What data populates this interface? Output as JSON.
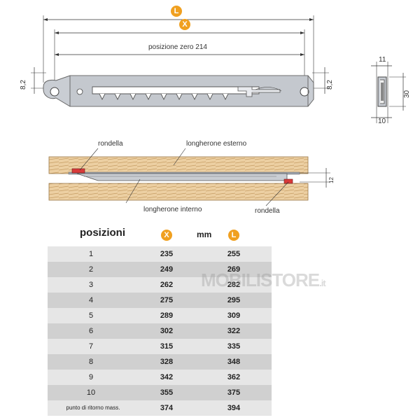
{
  "diagram": {
    "top_view": {
      "label_L": "L",
      "label_X": "X",
      "zero_position_label": "posizione zero 214",
      "left_height": "8,2",
      "right_height": "8,2"
    },
    "side_view": {
      "dim_11": "11",
      "dim_30": "30",
      "dim_10": "10"
    },
    "section_view": {
      "rondella_left": "rondella",
      "longherone_esterno": "longherone esterno",
      "longherone_interno": "longherone interno",
      "rondella_right": "rondella",
      "dim_12": "12"
    }
  },
  "table": {
    "header_positions": "posizioni",
    "header_x_badge": "X",
    "header_mm": "mm",
    "header_l_badge": "L",
    "rows": [
      {
        "pos": "1",
        "x": "235",
        "l": "255"
      },
      {
        "pos": "2",
        "x": "249",
        "l": "269"
      },
      {
        "pos": "3",
        "x": "262",
        "l": "282"
      },
      {
        "pos": "4",
        "x": "275",
        "l": "295"
      },
      {
        "pos": "5",
        "x": "289",
        "l": "309"
      },
      {
        "pos": "6",
        "x": "302",
        "l": "322"
      },
      {
        "pos": "7",
        "x": "315",
        "l": "335"
      },
      {
        "pos": "8",
        "x": "328",
        "l": "348"
      },
      {
        "pos": "9",
        "x": "342",
        "l": "362"
      },
      {
        "pos": "10",
        "x": "355",
        "l": "375"
      },
      {
        "pos": "punto di ritorno mass.",
        "x": "374",
        "l": "394"
      }
    ]
  },
  "watermark": {
    "brand": "MOBILISTORE",
    "tld": ".it"
  },
  "colors": {
    "badge": "#f0a020",
    "wood": "#e8c99a",
    "metal": "#c8ccd2",
    "washer": "#d83a3a"
  }
}
